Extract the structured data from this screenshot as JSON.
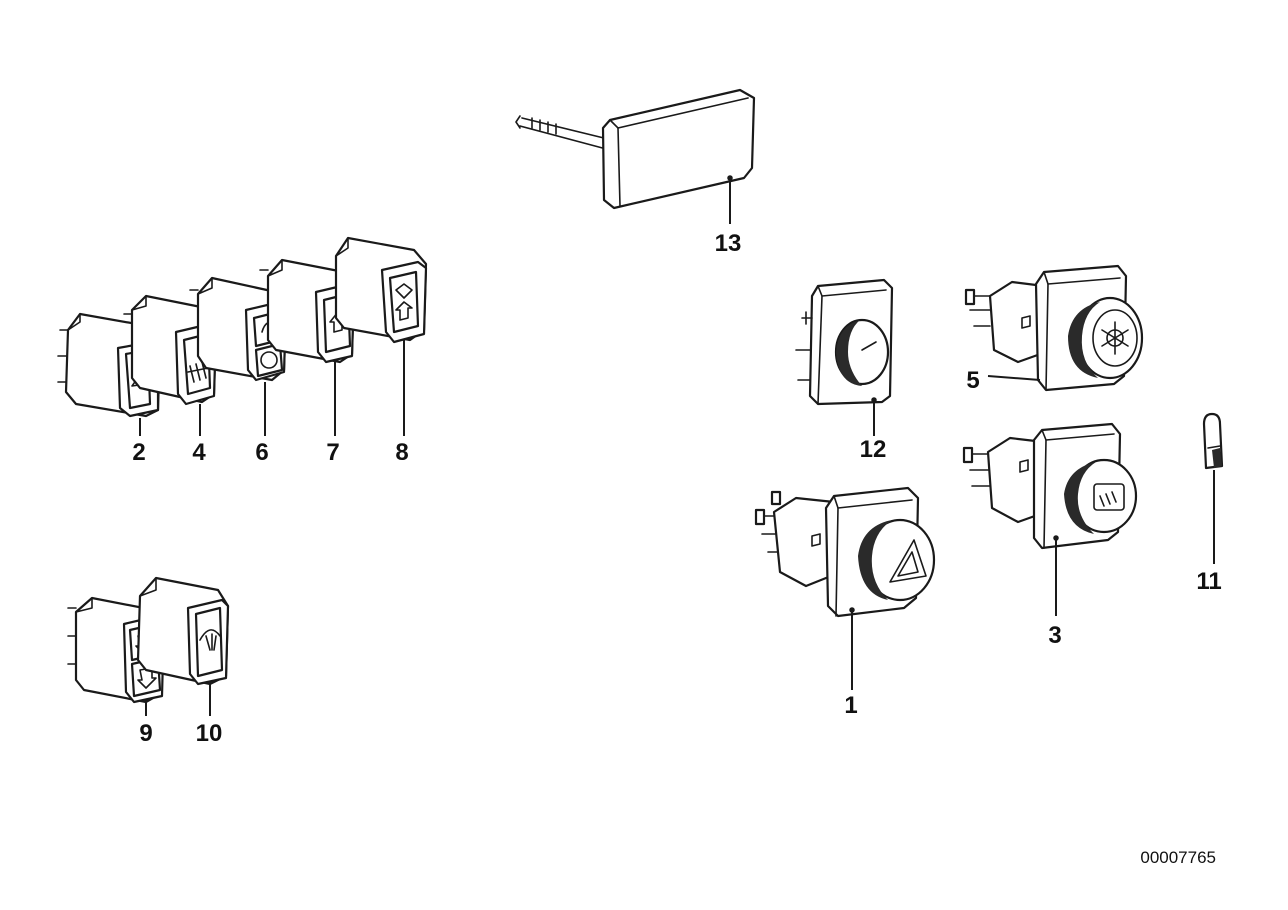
{
  "diagram": {
    "reference_number": "00007765",
    "callouts": {
      "c1": "1",
      "c2": "2",
      "c3": "3",
      "c4": "4",
      "c5": "5",
      "c6": "6",
      "c7": "7",
      "c8": "8",
      "c9": "9",
      "c10": "10",
      "c11": "11",
      "c12": "12",
      "c13": "13"
    }
  }
}
